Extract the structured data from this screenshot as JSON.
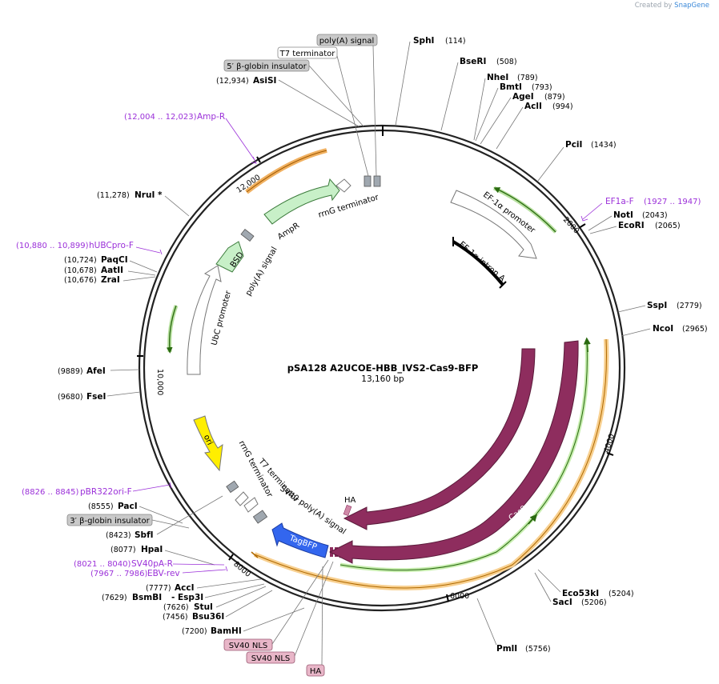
{
  "credit": "Created by",
  "credit_brand": "SnapGene",
  "map": {
    "title": "pSA128 A2UCOE-HBB_IVS2-Cas9-BFP",
    "size": "13,160 bp",
    "ticks": [
      "2000",
      "4000",
      "6000",
      "8000",
      "10,000",
      "12,000"
    ]
  },
  "boxed_features": {
    "polyA_signal": "poly(A) signal",
    "t7_terminator": "T7 terminator",
    "globin_insulator_5": "5′ β-globin insulator",
    "globin_insulator_3": "3′ β-globin insulator",
    "sv40_nls_1": "SV40 NLS",
    "sv40_nls_2": "SV40 NLS",
    "ha_box": "HA"
  },
  "sites": [
    {
      "name": "SphI",
      "pos": "(114)"
    },
    {
      "name": "BseRI",
      "pos": "(508)"
    },
    {
      "name": "NheI",
      "pos": "(789)"
    },
    {
      "name": "BmtI",
      "pos": "(793)"
    },
    {
      "name": "AgeI",
      "pos": "(879)"
    },
    {
      "name": "AclI",
      "pos": "(994)"
    },
    {
      "name": "PciI",
      "pos": "(1434)"
    },
    {
      "name": "NotI",
      "pos": "(2043)"
    },
    {
      "name": "EcoRI",
      "pos": "(2065)"
    },
    {
      "name": "SspI",
      "pos": "(2779)"
    },
    {
      "name": "NcoI",
      "pos": "(2965)"
    },
    {
      "name": "Eco53kI",
      "pos": "(5204)"
    },
    {
      "name": "SacI",
      "pos": "(5206)"
    },
    {
      "name": "PmlI",
      "pos": "(5756)"
    },
    {
      "name": "AsiSI",
      "pos": "(12,934)"
    },
    {
      "name": "NruI *",
      "pos": "(11,278)"
    },
    {
      "name": "PaqCI",
      "pos": "(10,724)"
    },
    {
      "name": "AatII",
      "pos": "(10,678)"
    },
    {
      "name": "ZraI",
      "pos": "(10,676)"
    },
    {
      "name": "AfeI",
      "pos": "(9889)"
    },
    {
      "name": "FseI",
      "pos": "(9680)"
    },
    {
      "name": "PacI",
      "pos": "(8555)"
    },
    {
      "name": "SbfI",
      "pos": "(8423)"
    },
    {
      "name": "HpaI",
      "pos": "(8077)"
    },
    {
      "name": "AccI",
      "pos": "(7777)"
    },
    {
      "name": "BsmBI",
      "pos": "(7629)"
    },
    {
      "name": "- Esp3I",
      "pos": ""
    },
    {
      "name": "StuI",
      "pos": "(7626)"
    },
    {
      "name": "Bsu36I",
      "pos": "(7456)"
    },
    {
      "name": "BamHI",
      "pos": "(7200)"
    }
  ],
  "primers": [
    {
      "name": "Amp-R",
      "pos": "(12,004 .. 12,023)"
    },
    {
      "name": "EF1a-F",
      "pos": "(1927 .. 1947)"
    },
    {
      "name": "hUBCpro-F",
      "pos": "(10,880 .. 10,899)"
    },
    {
      "name": "pBR322ori-F",
      "pos": "(8826 .. 8845)"
    },
    {
      "name": "SV40pA-R",
      "pos": "(8021 .. 8040)"
    },
    {
      "name": "EBV-rev",
      "pos": "(7967 .. 7986)"
    }
  ],
  "features": {
    "rrng_top": "rrnG terminator",
    "ampr": "AmpR",
    "bsd": "BSD",
    "polya_left": "poly(A) signal",
    "ubc": "UbC promoter",
    "ef1a_promoter": "EF-1α promoter",
    "ef1a_intron": "EF-1α intron A",
    "ori": "ori",
    "rrng_bottom": "rrnG terminator",
    "t7_bottom": "T7 terminator",
    "sv40_polya": "SV40 poly(A) signal",
    "ha_feat": "HA",
    "tagbfp": "TagBFP",
    "cas9_inner": "Cas9",
    "cas9_outer": "Cas9"
  },
  "colors": {
    "primer": "#9b30d9",
    "cas9": "#8e2d5e",
    "tagbfp": "#3366ee",
    "ori": "#ffee00",
    "orf_green": "#cfeed0",
    "orange_span": "#f0a030",
    "green_span": "#5aa02c"
  }
}
